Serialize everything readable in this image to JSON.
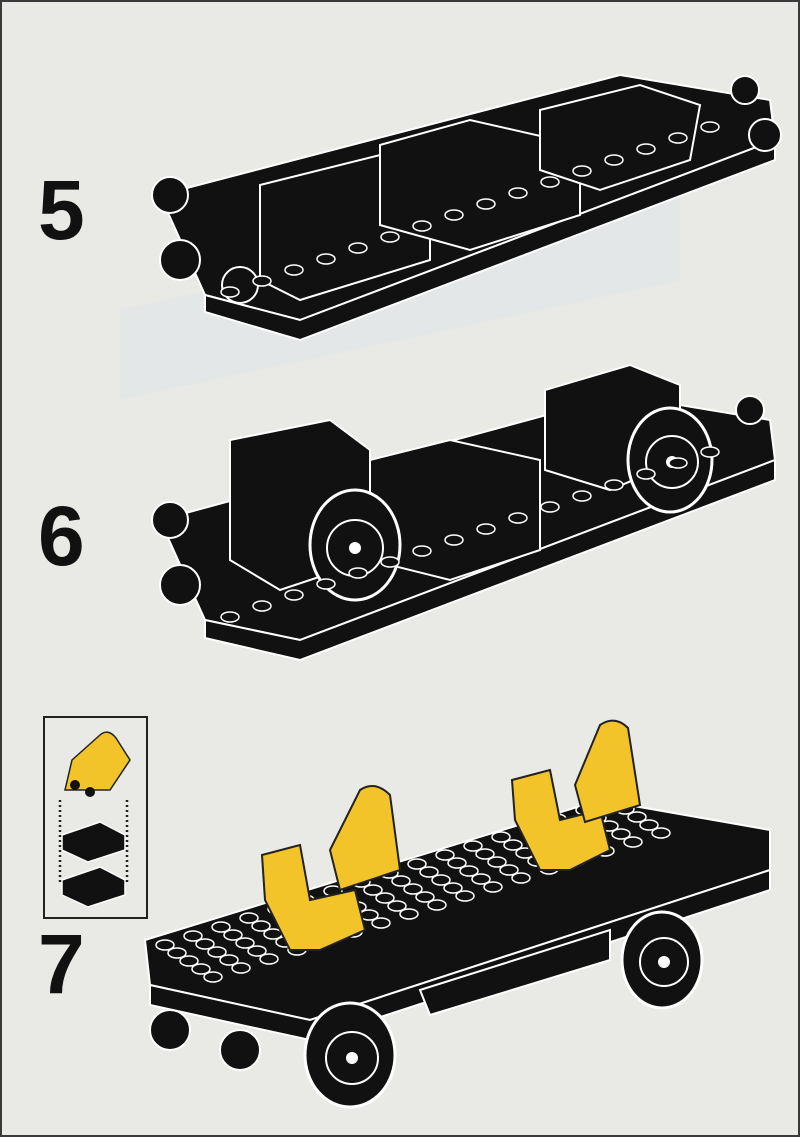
{
  "steps": [
    {
      "number": "5"
    },
    {
      "number": "6"
    },
    {
      "number": "7"
    }
  ],
  "colors": {
    "paper": "#e9e9e5",
    "brick": "#111111",
    "yellow": "#f2c42a",
    "outline": "#ffffff"
  }
}
